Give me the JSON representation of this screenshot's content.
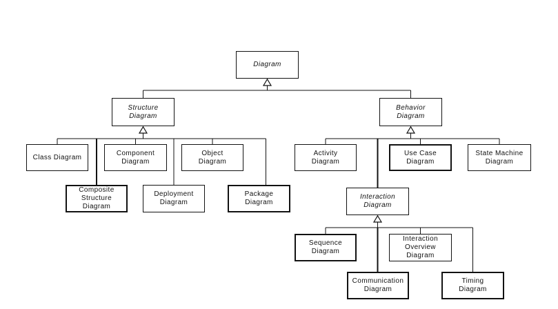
{
  "canvas": {
    "background_color": "#ffffff",
    "line_color": "#111111",
    "text_color": "#111111"
  },
  "nodes": {
    "diagram": {
      "label": [
        "Diagram"
      ]
    },
    "structure_diagram": {
      "label": [
        "Structure",
        "Diagram"
      ]
    },
    "behavior_diagram": {
      "label": [
        "Behavior",
        "Diagram"
      ]
    },
    "class_diagram": {
      "label": [
        "Class Diagram"
      ]
    },
    "component_diagram": {
      "label": [
        "Component",
        "Diagram"
      ]
    },
    "object_diagram": {
      "label": [
        "Object",
        "Diagram"
      ]
    },
    "composite_structure_diagram": {
      "label": [
        "Composite",
        "Structure",
        "Diagram"
      ]
    },
    "deployment_diagram": {
      "label": [
        "Deployment",
        "Diagram"
      ]
    },
    "package_diagram": {
      "label": [
        "Package",
        "Diagram"
      ]
    },
    "activity_diagram": {
      "label": [
        "Activity",
        "Diagram"
      ]
    },
    "use_case_diagram": {
      "label": [
        "Use Case",
        "Diagram"
      ]
    },
    "state_machine_diagram": {
      "label": [
        "State Machine",
        "Diagram"
      ]
    },
    "interaction_diagram": {
      "label": [
        "Interaction",
        "Diagram"
      ]
    },
    "sequence_diagram": {
      "label": [
        "Sequence",
        "Diagram"
      ]
    },
    "interaction_overview_diagram": {
      "label": [
        "Interaction",
        "Overview",
        "Diagram"
      ]
    },
    "communication_diagram": {
      "label": [
        "Communication",
        "Diagram"
      ]
    },
    "timing_diagram": {
      "label": [
        "Timing",
        "Diagram"
      ]
    }
  },
  "hierarchy": {
    "Diagram": [
      "Structure Diagram",
      "Behavior Diagram"
    ],
    "Structure Diagram": [
      "Class Diagram",
      "Composite Structure Diagram",
      "Component Diagram",
      "Deployment Diagram",
      "Object Diagram",
      "Package Diagram"
    ],
    "Behavior Diagram": [
      "Activity Diagram",
      "Interaction Diagram",
      "Use Case Diagram",
      "State Machine Diagram"
    ],
    "Interaction Diagram": [
      "Sequence Diagram",
      "Communication Diagram",
      "Interaction Overview Diagram",
      "Timing Diagram"
    ]
  },
  "edge_type": "generalization"
}
